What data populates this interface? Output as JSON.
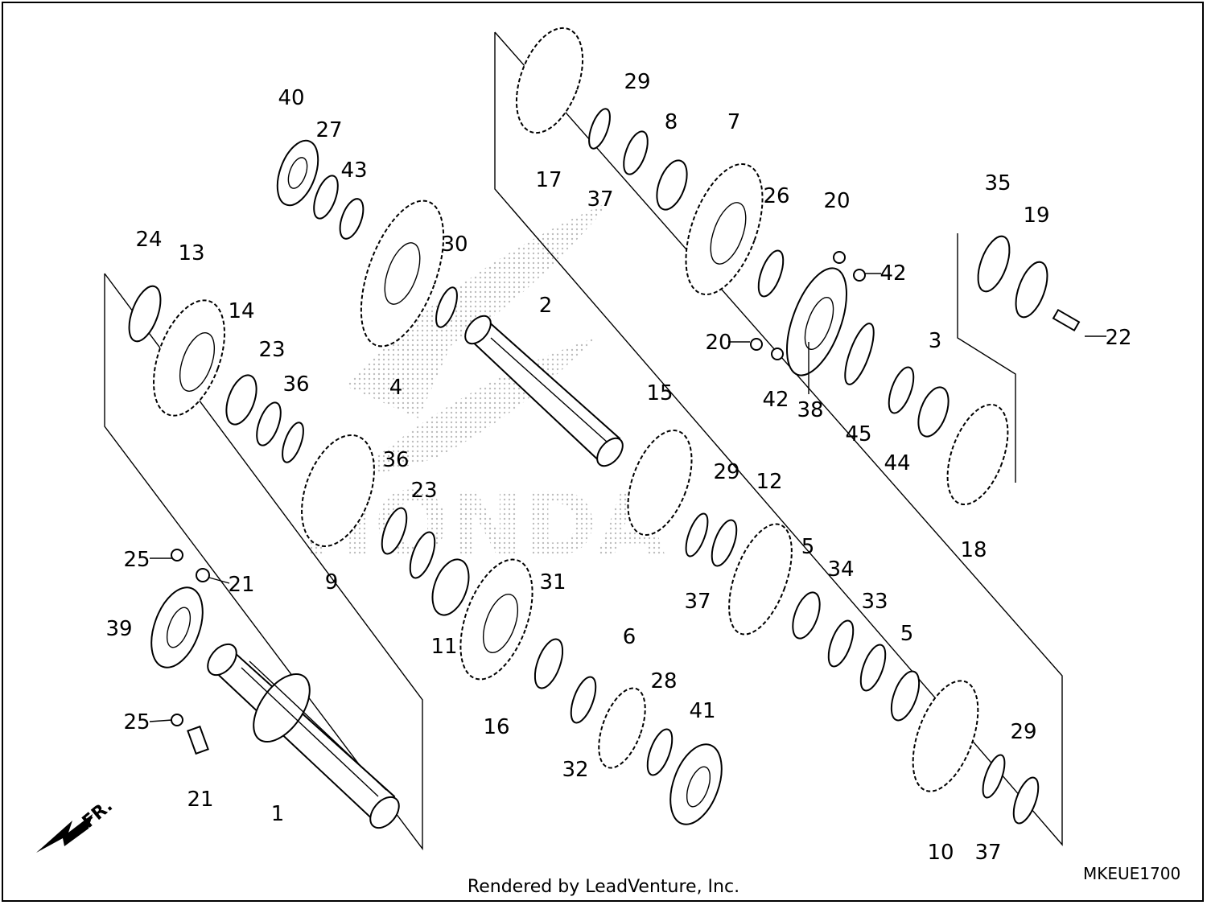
{
  "diagram": {
    "callouts": [
      "1",
      "2",
      "3",
      "4",
      "5",
      "5",
      "6",
      "7",
      "8",
      "9",
      "10",
      "11",
      "12",
      "13",
      "14",
      "15",
      "16",
      "17",
      "18",
      "19",
      "20",
      "20",
      "21",
      "21",
      "22",
      "23",
      "23",
      "24",
      "25",
      "25",
      "26",
      "27",
      "28",
      "29",
      "29",
      "29",
      "30",
      "31",
      "32",
      "33",
      "34",
      "35",
      "36",
      "36",
      "37",
      "37",
      "37",
      "38",
      "39",
      "40",
      "41",
      "42",
      "42",
      "43",
      "44",
      "45"
    ],
    "front_arrow_label": "FR.",
    "watermark_text": "HONDA",
    "diagram_code": "MKEUE1700"
  },
  "footer": {
    "credit": "Rendered by LeadVenture, Inc."
  },
  "colors": {
    "line": "#000000",
    "background": "#ffffff",
    "watermark": "#bdbdbd"
  }
}
